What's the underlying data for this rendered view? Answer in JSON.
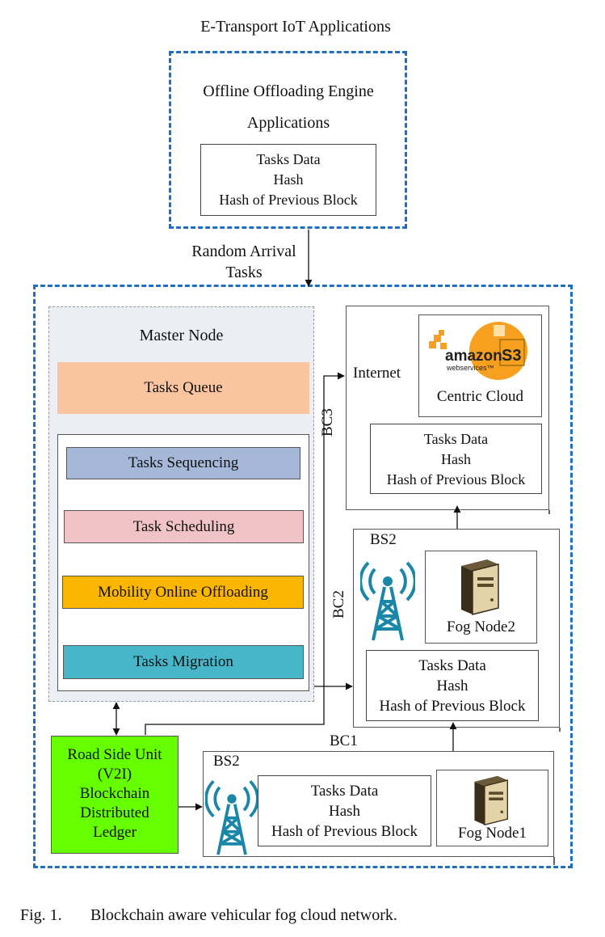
{
  "top": {
    "title": "E-Transport IoT Applications",
    "engine_line1": "Offline Offloading Engine",
    "engine_line2": "Applications",
    "block": [
      "Tasks Data",
      "Hash",
      "Hash of Previous Block"
    ]
  },
  "arrival": {
    "line1": "Random Arrival",
    "line2": "Tasks"
  },
  "master": {
    "title": "Master Node",
    "queue": "Tasks Queue",
    "sequencing": "Tasks Sequencing",
    "scheduling": "Task Scheduling",
    "offloading": "Mobility Online Offloading",
    "migration": "Tasks Migration"
  },
  "rsu": {
    "lines": [
      "Road Side Unit",
      "(V2I)",
      "Blockchain",
      "Distributed",
      "Ledger"
    ]
  },
  "cloud": {
    "internet": "Internet",
    "bc_label": "BC3",
    "logo_word": "amazon",
    "logo_sub": "webservices™",
    "logo_badge": "S3",
    "caption": "Centric Cloud",
    "block": [
      "Tasks Data",
      "Hash",
      "Hash of Previous Block"
    ]
  },
  "fog2": {
    "bs": "BS2",
    "bc_label": "BC2",
    "node": "Fog Node2",
    "block": [
      "Tasks Data",
      "Hash",
      "Hash of Previous Block"
    ]
  },
  "fog1": {
    "bc_label": "BC1",
    "bs": "BS2",
    "node": "Fog Node1",
    "block": [
      "Tasks Data",
      "Hash",
      "Hash of Previous Block"
    ]
  },
  "caption": {
    "label": "Fig. 1.",
    "text": "Blockchain aware vehicular fog cloud network."
  },
  "colors": {
    "dash_blue": "#1f6fc0",
    "queue": "#fbc4a0",
    "sequencing": "#a5b8d8",
    "scheduling": "#f0c4c6",
    "offloading": "#fbb700",
    "migration": "#47b6c8",
    "rsu": "#66ff00",
    "aws_orange": "#f7a020",
    "tower": "#1a86a8"
  }
}
